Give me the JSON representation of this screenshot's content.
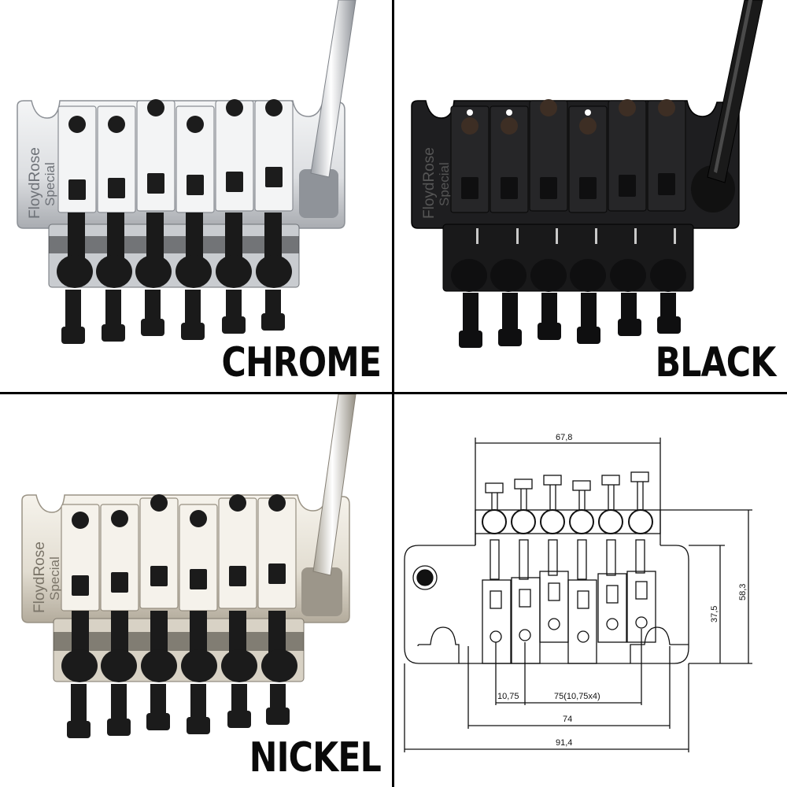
{
  "layout": {
    "rows": 2,
    "cols": 2,
    "divider_color": "#000000",
    "background": "#ffffff"
  },
  "panels": [
    {
      "id": "chrome",
      "finish_label": "CHROME",
      "engraving": {
        "line1": "FloydRose",
        "line2": "Special"
      },
      "colors": {
        "plate": "#e6e7e9",
        "plate_shade": "#a9acb1",
        "saddle": "#f2f3f4",
        "screw": "#1b1b1b",
        "arm": "#cfd2d6"
      }
    },
    {
      "id": "black",
      "finish_label": "BLACK",
      "engraving": {
        "line1": "FloydRose",
        "line2": "Special"
      },
      "colors": {
        "plate": "#1d1d1f",
        "plate_shade": "#0c0c0d",
        "saddle": "#262628",
        "screw": "#3a2c24",
        "arm": "#141414"
      }
    },
    {
      "id": "nickel",
      "finish_label": "NICKEL",
      "engraving": {
        "line1": "FloydRose",
        "line2": "Special"
      },
      "colors": {
        "plate": "#e9e5dc",
        "plate_shade": "#b3ab9c",
        "saddle": "#f4f1ea",
        "screw": "#1b1b1b",
        "arm": "#d6d2ca"
      }
    },
    {
      "id": "diagram",
      "type": "technical-drawing",
      "dimensions": {
        "top_width": "67,8",
        "overall_height": "58,3",
        "base_height": "37,5",
        "string_spacing_first": "10,75",
        "string_spacing_total": "75(10,75x4)",
        "stud_spacing": "74",
        "overall_width": "91,4"
      }
    }
  ]
}
